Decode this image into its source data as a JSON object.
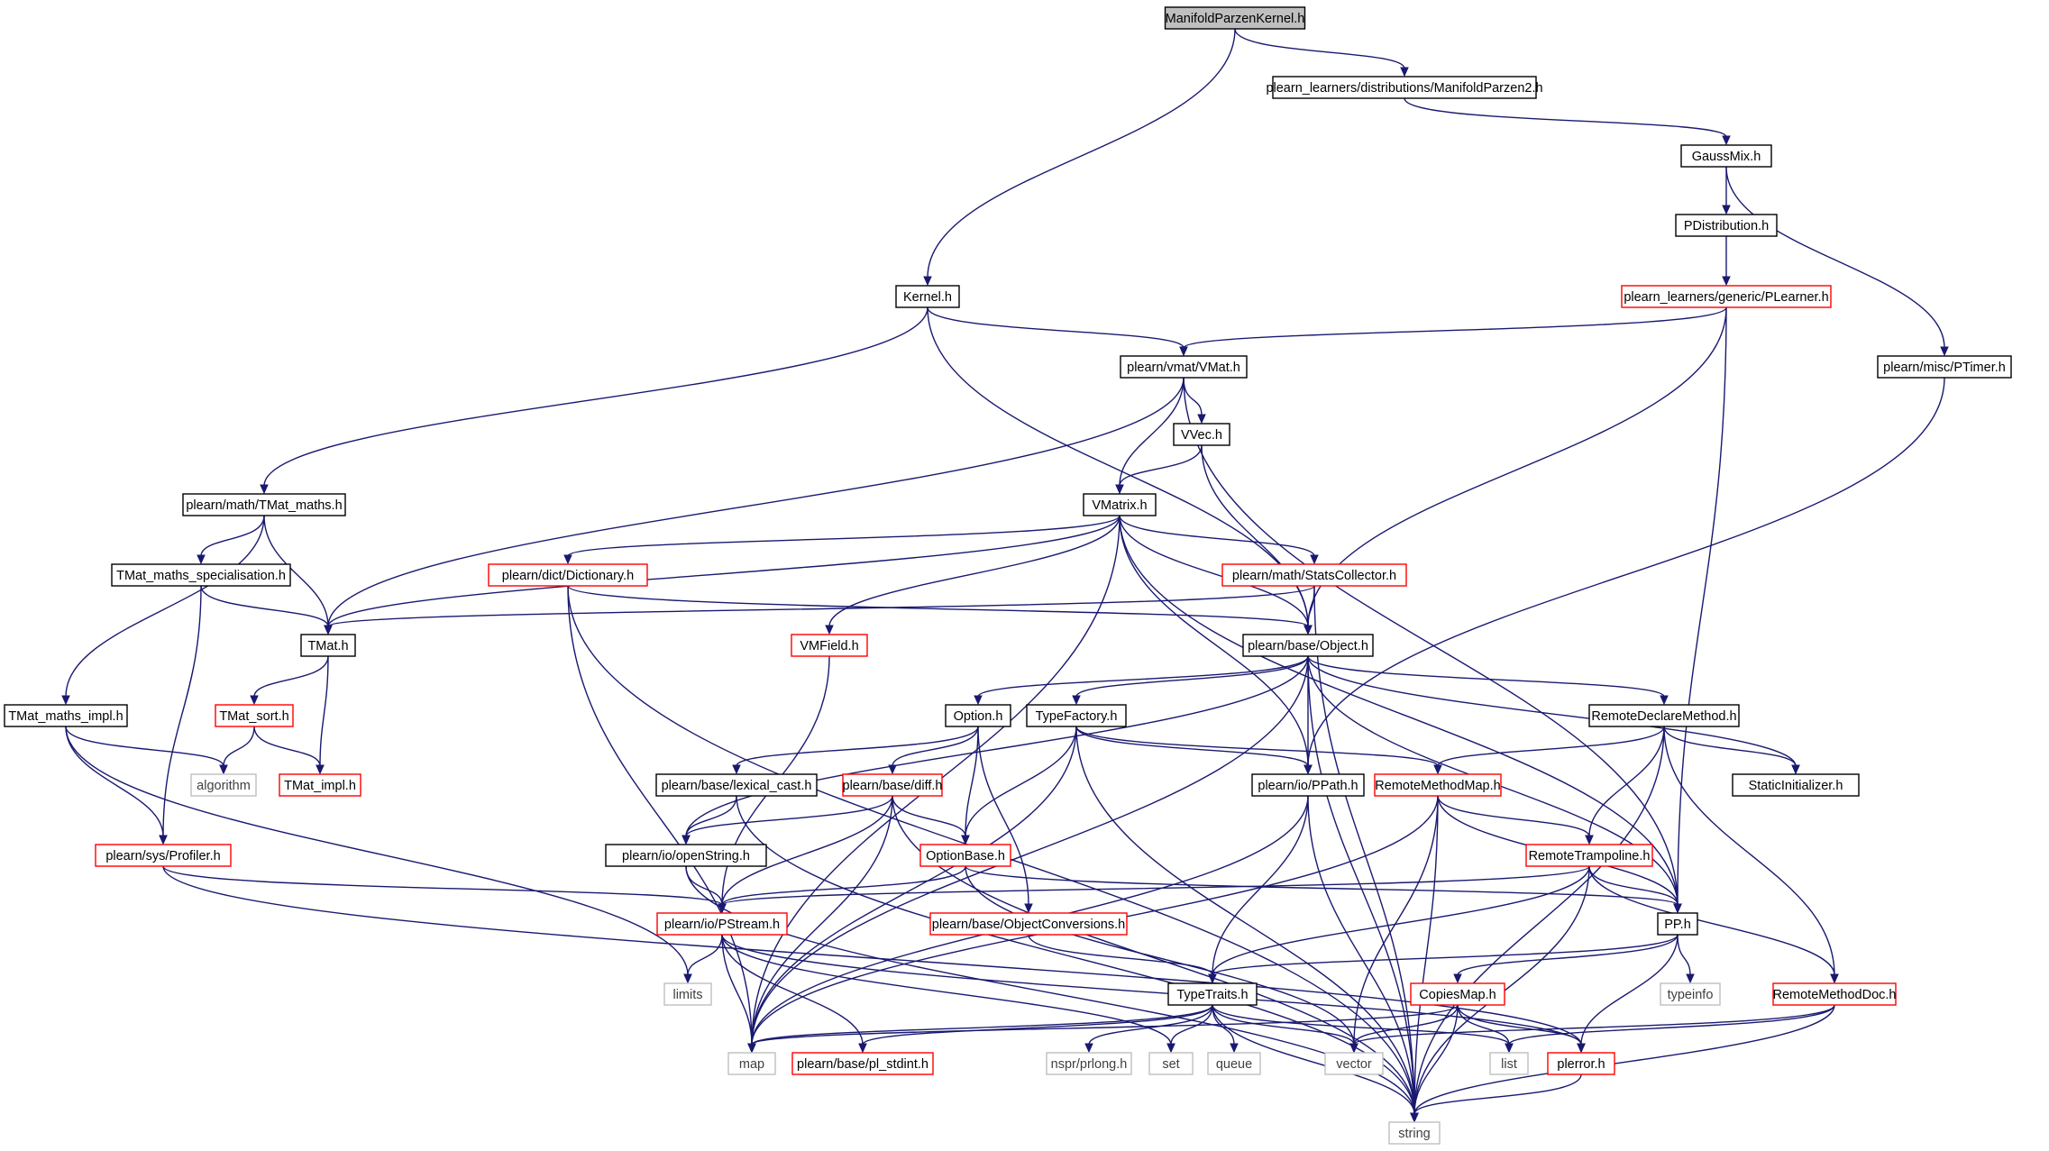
{
  "colors": {
    "edge": "#191970",
    "node_border": "#000000",
    "node_border_incomplete": "#ff0000",
    "node_border_external": "#bfbfbf",
    "root_fill": "#bfbfbf",
    "background": "#ffffff"
  },
  "nodes": [
    {
      "id": "manifold_kernel",
      "label": "ManifoldParzenKernel.h",
      "style": "root"
    },
    {
      "id": "manifoldparzen2",
      "label": "plearn_learners/distributions/ManifoldParzen2.h",
      "style": "plain"
    },
    {
      "id": "gaussmix",
      "label": "GaussMix.h",
      "style": "plain"
    },
    {
      "id": "pdistribution",
      "label": "PDistribution.h",
      "style": "plain"
    },
    {
      "id": "plearner",
      "label": "plearn_learners/generic/PLearner.h",
      "style": "red"
    },
    {
      "id": "ptimer",
      "label": "plearn/misc/PTimer.h",
      "style": "plain"
    },
    {
      "id": "kernel",
      "label": "Kernel.h",
      "style": "plain"
    },
    {
      "id": "vmat",
      "label": "plearn/vmat/VMat.h",
      "style": "plain"
    },
    {
      "id": "vvec",
      "label": "VVec.h",
      "style": "plain"
    },
    {
      "id": "tmat_maths",
      "label": "plearn/math/TMat_maths.h",
      "style": "plain"
    },
    {
      "id": "vmatrix",
      "label": "VMatrix.h",
      "style": "plain"
    },
    {
      "id": "tmat_maths_spec",
      "label": "TMat_maths_specialisation.h",
      "style": "plain"
    },
    {
      "id": "dictionary",
      "label": "plearn/dict/Dictionary.h",
      "style": "red"
    },
    {
      "id": "statscollector",
      "label": "plearn/math/StatsCollector.h",
      "style": "red"
    },
    {
      "id": "tmat",
      "label": "TMat.h",
      "style": "plain"
    },
    {
      "id": "vmfield",
      "label": "VMField.h",
      "style": "red"
    },
    {
      "id": "object",
      "label": "plearn/base/Object.h",
      "style": "plain"
    },
    {
      "id": "tmat_maths_impl",
      "label": "TMat_maths_impl.h",
      "style": "plain"
    },
    {
      "id": "tmat_sort",
      "label": "TMat_sort.h",
      "style": "red"
    },
    {
      "id": "option",
      "label": "Option.h",
      "style": "plain"
    },
    {
      "id": "typefactory",
      "label": "TypeFactory.h",
      "style": "plain"
    },
    {
      "id": "remotedeclare",
      "label": "RemoteDeclareMethod.h",
      "style": "plain"
    },
    {
      "id": "algorithm",
      "label": "algorithm",
      "style": "ext"
    },
    {
      "id": "tmat_impl",
      "label": "TMat_impl.h",
      "style": "red"
    },
    {
      "id": "lexical_cast",
      "label": "plearn/base/lexical_cast.h",
      "style": "plain"
    },
    {
      "id": "diff",
      "label": "plearn/base/diff.h",
      "style": "red"
    },
    {
      "id": "ppath",
      "label": "plearn/io/PPath.h",
      "style": "plain"
    },
    {
      "id": "remotemethodmap",
      "label": "RemoteMethodMap.h",
      "style": "red"
    },
    {
      "id": "staticinit",
      "label": "StaticInitializer.h",
      "style": "plain"
    },
    {
      "id": "profiler",
      "label": "plearn/sys/Profiler.h",
      "style": "red"
    },
    {
      "id": "openstring",
      "label": "plearn/io/openString.h",
      "style": "plain"
    },
    {
      "id": "optionbase",
      "label": "OptionBase.h",
      "style": "red"
    },
    {
      "id": "remotetrampoline",
      "label": "RemoteTrampoline.h",
      "style": "red"
    },
    {
      "id": "pstream",
      "label": "plearn/io/PStream.h",
      "style": "red"
    },
    {
      "id": "objectconversions",
      "label": "plearn/base/ObjectConversions.h",
      "style": "red"
    },
    {
      "id": "pp",
      "label": "PP.h",
      "style": "plain"
    },
    {
      "id": "limits",
      "label": "limits",
      "style": "ext"
    },
    {
      "id": "typetraits",
      "label": "TypeTraits.h",
      "style": "plain"
    },
    {
      "id": "copiesmap",
      "label": "CopiesMap.h",
      "style": "red"
    },
    {
      "id": "typeinfo",
      "label": "typeinfo",
      "style": "ext"
    },
    {
      "id": "remotemethoddoc",
      "label": "RemoteMethodDoc.h",
      "style": "red"
    },
    {
      "id": "map",
      "label": "map",
      "style": "ext"
    },
    {
      "id": "pl_stdint",
      "label": "plearn/base/pl_stdint.h",
      "style": "red"
    },
    {
      "id": "prlong",
      "label": "nspr/prlong.h",
      "style": "ext"
    },
    {
      "id": "set",
      "label": "set",
      "style": "ext"
    },
    {
      "id": "queue",
      "label": "queue",
      "style": "ext"
    },
    {
      "id": "vector",
      "label": "vector",
      "style": "ext"
    },
    {
      "id": "list",
      "label": "list",
      "style": "ext"
    },
    {
      "id": "plerror",
      "label": "plerror.h",
      "style": "red"
    },
    {
      "id": "string",
      "label": "string",
      "style": "ext"
    }
  ],
  "edges": [
    [
      "manifold_kernel",
      "manifoldparzen2"
    ],
    [
      "manifold_kernel",
      "kernel"
    ],
    [
      "manifoldparzen2",
      "gaussmix"
    ],
    [
      "gaussmix",
      "pdistribution"
    ],
    [
      "gaussmix",
      "ptimer"
    ],
    [
      "pdistribution",
      "plearner"
    ],
    [
      "plearner",
      "vmat"
    ],
    [
      "plearner",
      "object"
    ],
    [
      "plearner",
      "pp"
    ],
    [
      "ptimer",
      "ppath"
    ],
    [
      "kernel",
      "vmat"
    ],
    [
      "kernel",
      "tmat_maths"
    ],
    [
      "kernel",
      "object"
    ],
    [
      "vmat",
      "vvec"
    ],
    [
      "vmat",
      "vmatrix"
    ],
    [
      "vmat",
      "tmat"
    ],
    [
      "vmat",
      "pp"
    ],
    [
      "vvec",
      "vmatrix"
    ],
    [
      "vvec",
      "object"
    ],
    [
      "tmat_maths",
      "tmat_maths_spec"
    ],
    [
      "tmat_maths",
      "tmat"
    ],
    [
      "tmat_maths",
      "tmat_maths_impl"
    ],
    [
      "tmat_maths_spec",
      "tmat"
    ],
    [
      "tmat_maths_spec",
      "profiler"
    ],
    [
      "vmatrix",
      "tmat"
    ],
    [
      "vmatrix",
      "dictionary"
    ],
    [
      "vmatrix",
      "statscollector"
    ],
    [
      "vmatrix",
      "vmfield"
    ],
    [
      "vmatrix",
      "object"
    ],
    [
      "vmatrix",
      "ppath"
    ],
    [
      "vmatrix",
      "pp"
    ],
    [
      "vmatrix",
      "map"
    ],
    [
      "dictionary",
      "object"
    ],
    [
      "dictionary",
      "map"
    ],
    [
      "dictionary",
      "string"
    ],
    [
      "statscollector",
      "object"
    ],
    [
      "statscollector",
      "tmat"
    ],
    [
      "statscollector",
      "string"
    ],
    [
      "tmat",
      "tmat_sort"
    ],
    [
      "tmat",
      "tmat_impl"
    ],
    [
      "tmat_sort",
      "algorithm"
    ],
    [
      "tmat_sort",
      "tmat_impl"
    ],
    [
      "tmat_maths_impl",
      "algorithm"
    ],
    [
      "tmat_maths_impl",
      "profiler"
    ],
    [
      "tmat_maths_impl",
      "limits"
    ],
    [
      "vmfield",
      "pstream"
    ],
    [
      "object",
      "option"
    ],
    [
      "object",
      "typefactory"
    ],
    [
      "object",
      "remotedeclare"
    ],
    [
      "object",
      "staticinit"
    ],
    [
      "object",
      "ppath"
    ],
    [
      "object",
      "pp"
    ],
    [
      "object",
      "openstring"
    ],
    [
      "object",
      "map"
    ],
    [
      "object",
      "string"
    ],
    [
      "option",
      "lexical_cast"
    ],
    [
      "option",
      "diff"
    ],
    [
      "option",
      "optionbase"
    ],
    [
      "option",
      "objectconversions"
    ],
    [
      "typefactory",
      "optionbase"
    ],
    [
      "typefactory",
      "ppath"
    ],
    [
      "typefactory",
      "remotemethodmap"
    ],
    [
      "typefactory",
      "map"
    ],
    [
      "typefactory",
      "string"
    ],
    [
      "remotedeclare",
      "remotemethodmap"
    ],
    [
      "remotedeclare",
      "remotetrampoline"
    ],
    [
      "remotedeclare",
      "staticinit"
    ],
    [
      "remotedeclare",
      "remotemethoddoc"
    ],
    [
      "remotedeclare",
      "string"
    ],
    [
      "lexical_cast",
      "openstring"
    ],
    [
      "lexical_cast",
      "string"
    ],
    [
      "diff",
      "openstring"
    ],
    [
      "diff",
      "optionbase"
    ],
    [
      "diff",
      "pstream"
    ],
    [
      "diff",
      "map"
    ],
    [
      "diff",
      "string"
    ],
    [
      "ppath",
      "typetraits"
    ],
    [
      "ppath",
      "map"
    ],
    [
      "ppath",
      "string"
    ],
    [
      "remotemethodmap",
      "remotetrampoline"
    ],
    [
      "remotemethodmap",
      "pp"
    ],
    [
      "remotemethodmap",
      "map"
    ],
    [
      "remotemethodmap",
      "vector"
    ],
    [
      "remotemethodmap",
      "string"
    ],
    [
      "profiler",
      "pstream"
    ],
    [
      "profiler",
      "plerror"
    ],
    [
      "openstring",
      "pstream"
    ],
    [
      "openstring",
      "string"
    ],
    [
      "optionbase",
      "pstream"
    ],
    [
      "optionbase",
      "pp"
    ],
    [
      "optionbase",
      "vector"
    ],
    [
      "remotetrampoline",
      "pp"
    ],
    [
      "remotetrampoline",
      "pstream"
    ],
    [
      "remotetrampoline",
      "typetraits"
    ],
    [
      "remotetrampoline",
      "remotemethoddoc"
    ],
    [
      "remotetrampoline",
      "string"
    ],
    [
      "pstream",
      "limits"
    ],
    [
      "pstream",
      "map"
    ],
    [
      "pstream",
      "pl_stdint"
    ],
    [
      "pstream",
      "set"
    ],
    [
      "pstream",
      "plerror"
    ],
    [
      "objectconversions",
      "typetraits"
    ],
    [
      "pp",
      "typetraits"
    ],
    [
      "pp",
      "copiesmap"
    ],
    [
      "pp",
      "typeinfo"
    ],
    [
      "pp",
      "plerror"
    ],
    [
      "typetraits",
      "map"
    ],
    [
      "typetraits",
      "pl_stdint"
    ],
    [
      "typetraits",
      "prlong"
    ],
    [
      "typetraits",
      "set"
    ],
    [
      "typetraits",
      "queue"
    ],
    [
      "typetraits",
      "vector"
    ],
    [
      "typetraits",
      "list"
    ],
    [
      "typetraits",
      "string"
    ],
    [
      "copiesmap",
      "map"
    ],
    [
      "copiesmap",
      "vector"
    ],
    [
      "copiesmap",
      "list"
    ],
    [
      "copiesmap",
      "plerror"
    ],
    [
      "copiesmap",
      "string"
    ],
    [
      "remotemethoddoc",
      "vector"
    ],
    [
      "remotemethoddoc",
      "list"
    ],
    [
      "remotemethoddoc",
      "string"
    ],
    [
      "plerror",
      "string"
    ]
  ]
}
